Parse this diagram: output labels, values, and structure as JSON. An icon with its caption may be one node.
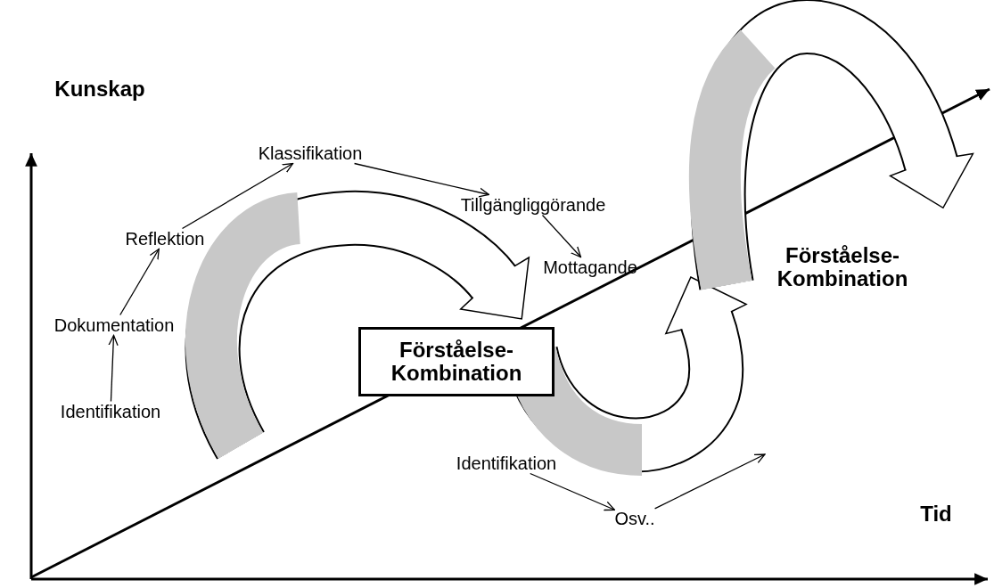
{
  "diagram": {
    "nodes": [
      {
        "text": [
          "Identifikation"
        ]
      },
      {
        "text": [
          "Dokumentation"
        ]
      },
      {
        "text": [
          "Reflektion"
        ]
      },
      {
        "text": [
          "Klassifikation"
        ]
      },
      {
        "text": [
          "Tillgängliggörande"
        ]
      },
      {
        "text": [
          "Mottagande"
        ]
      },
      {
        "text": [
          "Förståelse- Kombination"
        ]
      },
      {
        "text": [
          "Identifikation"
        ]
      },
      {
        "text": [
          "Osv.."
        ]
      }
    ],
    "edges": [
      {
        "from": 0,
        "to": 1,
        "arrow": "to"
      },
      {
        "from": 1,
        "to": 2,
        "arrow": "to"
      },
      {
        "from": 2,
        "to": 3,
        "arrow": "to"
      },
      {
        "from": 3,
        "to": 4,
        "arrow": "to"
      },
      {
        "from": 4,
        "to": 5,
        "arrow": "to"
      },
      {
        "from": 7,
        "to": 8,
        "arrow": "to"
      },
      {
        "from": 8,
        "to": null,
        "arrow": "to"
      }
    ],
    "labels": [
      "Kunskap",
      "Förståelse- Kombination",
      "Tid"
    ]
  }
}
